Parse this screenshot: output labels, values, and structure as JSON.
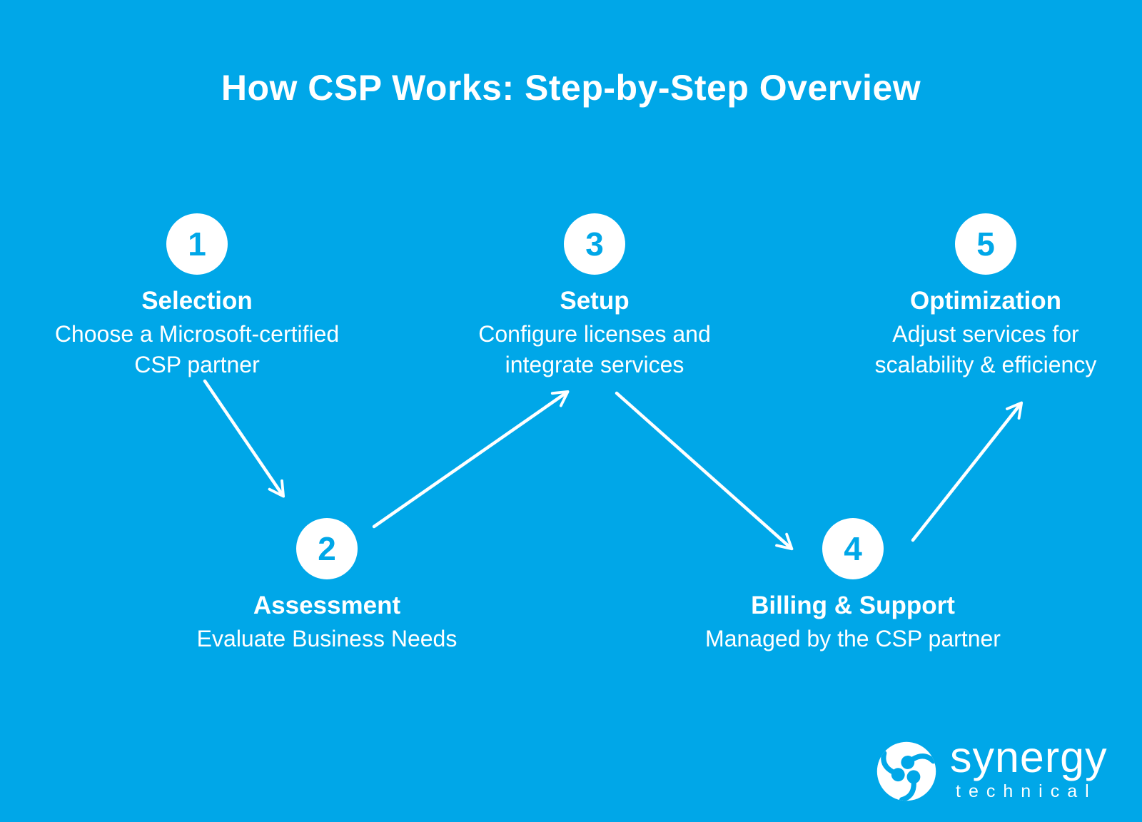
{
  "title": "How CSP Works: Step-by-Step Overview",
  "colors": {
    "background": "#00A7E8",
    "foreground": "#FFFFFF"
  },
  "steps": [
    {
      "number": "1",
      "name": "Selection",
      "description": "Choose a Microsoft-certified\nCSP partner"
    },
    {
      "number": "2",
      "name": "Assessment",
      "description": "Evaluate Business Needs"
    },
    {
      "number": "3",
      "name": "Setup",
      "description": "Configure licenses and\nintegrate services"
    },
    {
      "number": "4",
      "name": "Billing & Support",
      "description": "Managed by the CSP partner"
    },
    {
      "number": "5",
      "name": "Optimization",
      "description": "Adjust services for\nscalability & efficiency"
    }
  ],
  "arrows": [
    {
      "from": "Selection",
      "to": "Assessment"
    },
    {
      "from": "Assessment",
      "to": "Setup"
    },
    {
      "from": "Setup",
      "to": "Billing & Support"
    },
    {
      "from": "Billing & Support",
      "to": "Optimization"
    }
  ],
  "logo": {
    "brand": "synergy",
    "subtitle": "technical"
  }
}
